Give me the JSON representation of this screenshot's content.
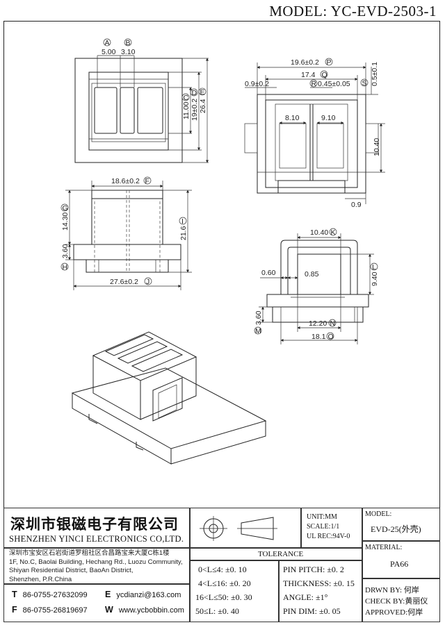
{
  "model_title": "MODEL: YC-EVD-2503-1",
  "dimensions": {
    "a": "5.00",
    "b": "3.10",
    "c": "11.00",
    "d": "19±0.2",
    "e": "26.4",
    "f": "18.6±0.2",
    "g": "14.30",
    "h": "3.60",
    "i": "21.6",
    "j": "27.6±0.2",
    "p": "19.6±0.2",
    "q": "17.4",
    "r": "0.45±0.05",
    "s": "0.5±0.1",
    "side_gap": "0.9±0.2",
    "w1": "8.10",
    "w2": "9.10",
    "h_right": "10.40",
    "foot": "0.9",
    "k": "10.40",
    "l": "9.40",
    "left_offset": "0.60",
    "wall": "0.85",
    "m": "3.60",
    "n": "12.20",
    "o": "18.1"
  },
  "circle_labels": {
    "a": "A",
    "b": "B",
    "c": "C",
    "d": "D",
    "e": "E",
    "f": "F",
    "g": "G",
    "h": "H",
    "i": "I",
    "j": "J",
    "k": "K",
    "l": "L",
    "m": "M",
    "n": "N",
    "o": "O",
    "p": "P",
    "q": "Q",
    "r": "R",
    "s": "S"
  },
  "title_block": {
    "company_cn": "深圳市银磁电子有限公司",
    "company_en": "SHENZHEN YINCI ELECTRONICS CO,LTD.",
    "address_lines": [
      "深圳市宝安区石岩街道罗租社区合昌路宝来大厦C栋1楼",
      "1F, No.C, Baolai Building, Hechang Rd., Luozu Community,",
      "Shiyan Residential District, BaoAn District,",
      "Shenzhen, P.R.China"
    ],
    "tel": {
      "label": "T",
      "value": "86-0755-27632099"
    },
    "fax": {
      "label": "F",
      "value": "86-0755-26819697"
    },
    "email": {
      "label": "E",
      "value": "ycdianzi@163.com"
    },
    "web": {
      "label": "W",
      "value": "www.ycbobbin.com"
    },
    "unit": "UNIT:MM",
    "scale": "SCALE:1/1",
    "ul_rec": "UL REC:94V-0",
    "model_label": "MODEL:",
    "model_value": "EVD-25(外壳)",
    "material_label": "MATERIAL:",
    "material_value": "PA66",
    "tolerance_title": "TOLERANCE",
    "tolerances_left": [
      "0<L≤4: ±0. 10",
      "4<L≤16: ±0. 20",
      "16<L≤50: ±0. 30",
      "50≤L: ±0. 40"
    ],
    "tolerances_right": [
      "PIN PITCH: ±0. 2",
      "THICKNESS: ±0. 15",
      "ANGLE: ±1°",
      "PIN DIM: ±0. 05"
    ],
    "drawn_by": "DRWN BY: 何岸",
    "check_by": "CHECK BY:黄丽仪",
    "approved": "APPROVED:何岸"
  }
}
